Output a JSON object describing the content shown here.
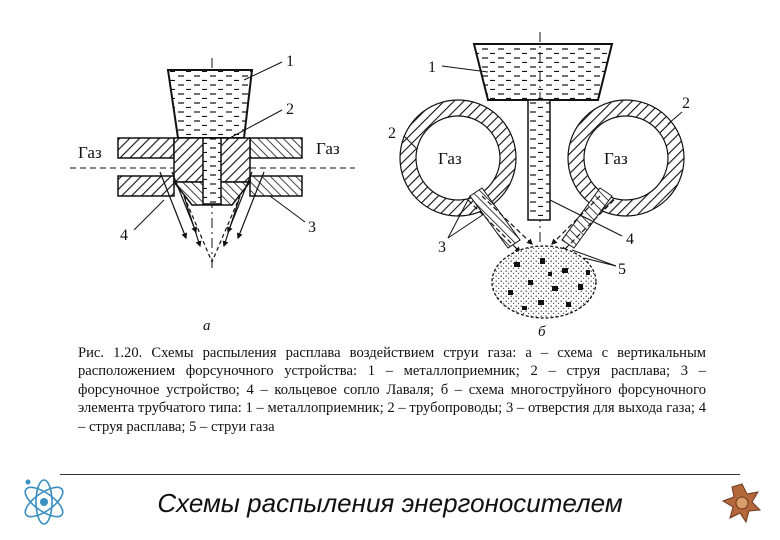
{
  "figure": {
    "left": {
      "gas_left": "Газ",
      "gas_right": "Газ",
      "callouts": [
        "1",
        "2",
        "3",
        "4"
      ],
      "sublabel": "а"
    },
    "right": {
      "gas_left": "Газ",
      "gas_right": "Газ",
      "callouts": [
        "1",
        "2",
        "2",
        "3",
        "4",
        "5"
      ],
      "sublabel": "б"
    }
  },
  "caption": {
    "label": "Рис. 1.20.",
    "text": "Схемы распыления расплава воздействием струи газа: а – схема с вертикальным расположением форсуночного устройства: 1 – металлоприемник; 2 – струя расплава; 3 – форсуночное устройство; 4 – кольцевое сопло Лаваля; б – схема многоструйного форсуночного элемента трубчатого типа: 1 – металлоприемник; 2 – трубопроводы; 3 – отверстия для выхода газа; 4 – струя расплава; 5 – струи газа"
  },
  "slide_title": "Схемы распыления энергоносителем",
  "colors": {
    "ink": "#111111",
    "logo_right": "#b5673c",
    "logo_left": "#3a8fc0"
  }
}
